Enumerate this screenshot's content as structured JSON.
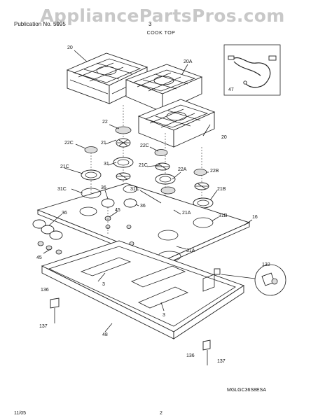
{
  "watermark": "AppliancePartsPros.com",
  "header": {
    "left": "Publication No. 5995",
    "right": "3"
  },
  "section_title": "COOK TOP",
  "model_number": "MGLGC36S8ESA",
  "footer": {
    "date": "11/05",
    "page": "2"
  },
  "callouts": {
    "c20_top": "20",
    "c20a": "20A",
    "c20_right": "20",
    "c47": "47",
    "c22": "22",
    "c22c_left": "22C",
    "c21": "21",
    "c22c_right": "22C",
    "c21c_left": "21C",
    "c31": "31",
    "c21c_right": "21C",
    "c22a": "22A",
    "c22b": "22B",
    "c31c_left": "31C",
    "c36_center": "36",
    "c31c_right": "31C",
    "c21b": "21B",
    "c45_center": "45",
    "c36_right": "36",
    "c36_left": "36",
    "c21a": "21A",
    "c31b": "31B",
    "c16": "16",
    "c45_left": "45",
    "c31a": "31A",
    "c132": "132",
    "c136_left": "136",
    "c3_left": "3",
    "c3_right": "3",
    "c137_left": "137",
    "c48": "48",
    "c136_right": "136",
    "c137_right": "137"
  }
}
